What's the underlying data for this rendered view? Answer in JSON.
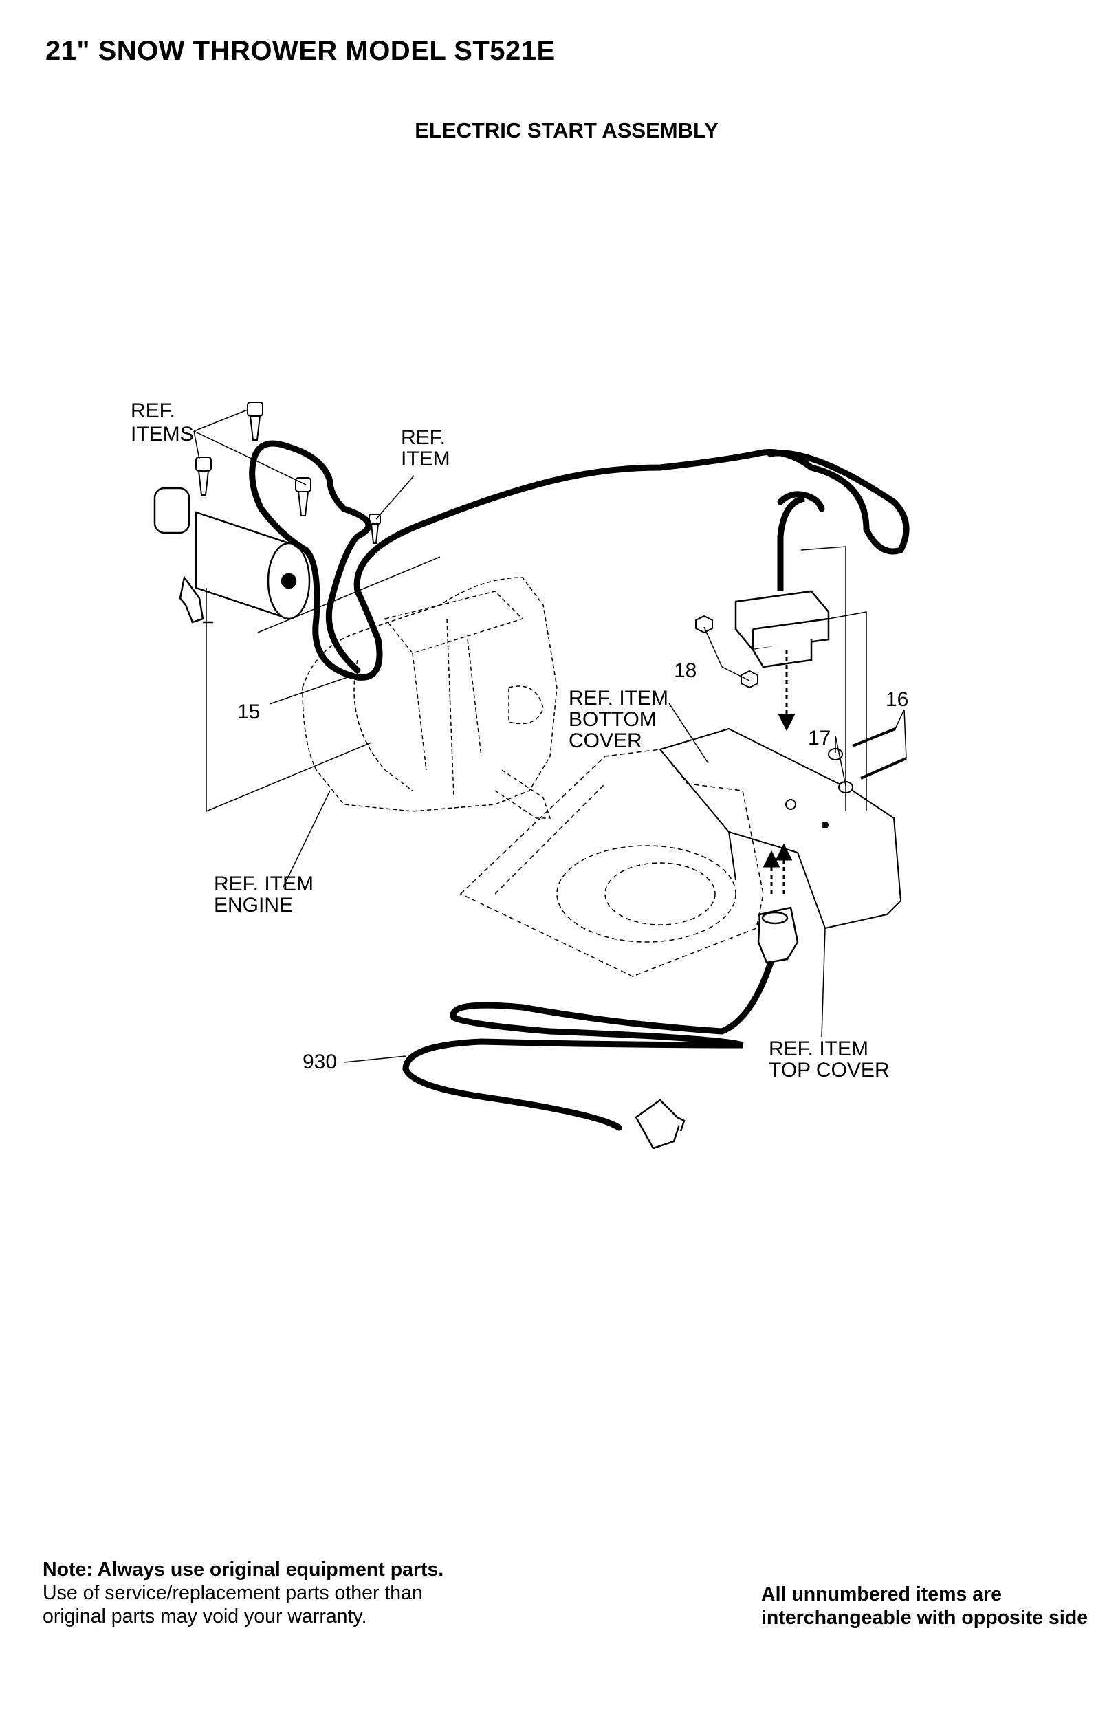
{
  "header": {
    "title": "21\" SNOW THROWER MODEL ST521E",
    "section": "ELECTRIC START ASSEMBLY"
  },
  "diagram": {
    "callouts": {
      "ref_items_1": "REF.",
      "ref_items_2": "ITEMS",
      "ref_item_top_1": "REF.",
      "ref_item_top_2": "ITEM",
      "part_15": "15",
      "part_18": "18",
      "part_16": "16",
      "part_17": "17",
      "part_930": "930",
      "bottom_cover_1": "REF. ITEM",
      "bottom_cover_2": "BOTTOM",
      "bottom_cover_3": "COVER",
      "engine_1": "REF. ITEM",
      "engine_2": "ENGINE",
      "top_cover_1": "REF. ITEM",
      "top_cover_2": "TOP COVER"
    }
  },
  "footer": {
    "note_bold": "Note: Always use original equipment parts.",
    "note_text": "Use of service/replacement parts other than original parts may void your warranty.",
    "side_note": "All unnumbered items are interchangeable with opposite side"
  }
}
